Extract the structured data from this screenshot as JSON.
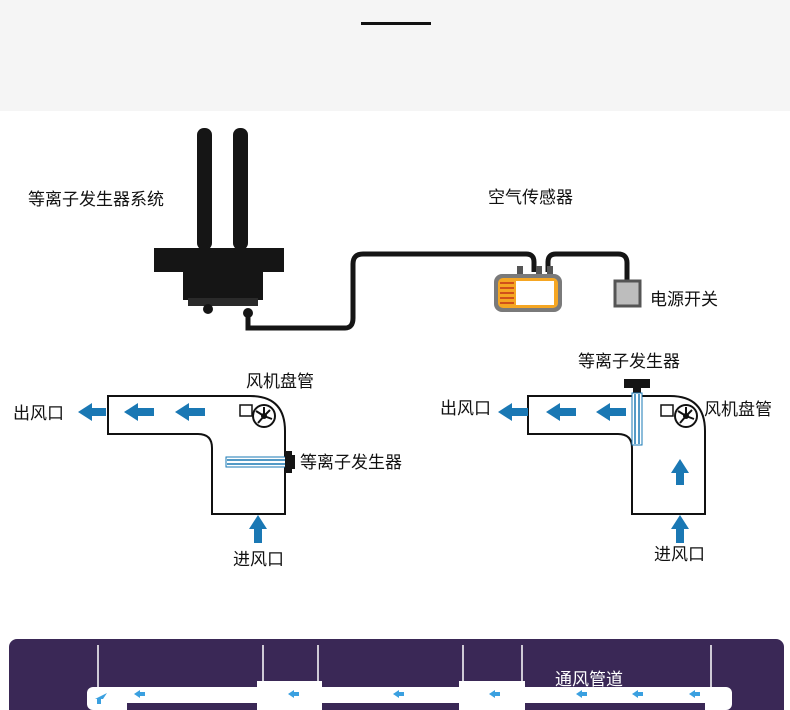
{
  "top": {
    "divider": ""
  },
  "section1": {
    "plasma_system_label": "等离子发生器系统",
    "air_sensor_label": "空气传感器",
    "power_switch_label": "电源开关"
  },
  "section2_left": {
    "fan_coil_label": "风机盘管",
    "outlet_label": "出风口",
    "plasma_label": "等离子发生器",
    "inlet_label": "进风口"
  },
  "section2_right": {
    "plasma_label": "等离子发生器",
    "outlet_label": "出风口",
    "fan_coil_label": "风机盘管",
    "inlet_label": "进风口"
  },
  "section3": {
    "duct_label": "通风管道"
  },
  "colors": {
    "arrow": "#1a78b4",
    "panel": "#3a2856",
    "sensor_body": "#f5a623",
    "cable": "#111111"
  }
}
